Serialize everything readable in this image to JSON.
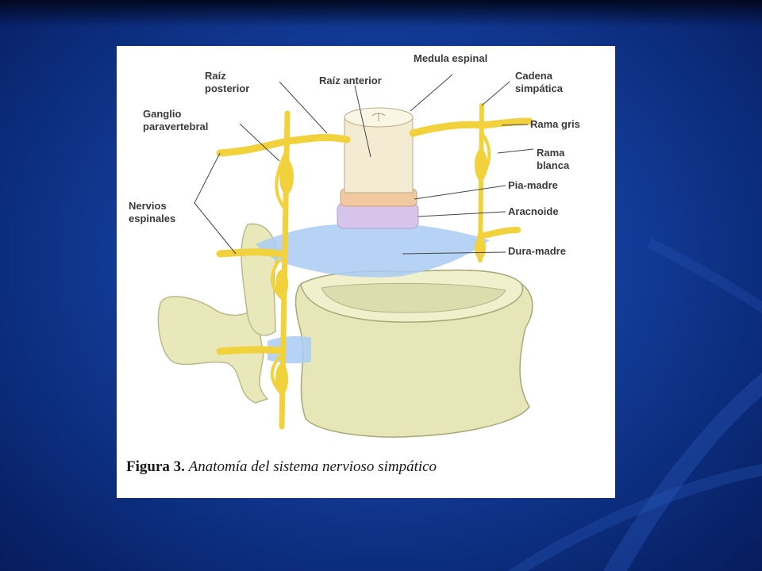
{
  "slide": {
    "background_color": "#123c98",
    "accent_color": "#1b4fb5"
  },
  "figure": {
    "caption_number": "Figura 3.",
    "caption_text": "Anatomía del sistema nervioso simpático",
    "labels": {
      "medula_espinal": "Medula espinal",
      "raiz_posterior": "Raíz\nposterior",
      "raiz_anterior": "Raíz anterior",
      "cadena_simpatica": "Cadena\nsimpática",
      "ganglio_paravertebral": "Ganglio\nparavertebral",
      "rama_gris": "Rama gris",
      "rama_blanca": "Rama\nblanca",
      "pia_madre": "Pia-madre",
      "aracnoide": "Aracnoide",
      "dura_madre": "Dura-madre",
      "nervios_espinales": "Nervios\nespinales"
    },
    "colors": {
      "nerve": "#f2d23c",
      "bone": "#e6e6b8",
      "dura": "#9ec4f2",
      "pia": "#f0c9a0",
      "arachnoid": "#d9c6ec",
      "cord": "#f4ecd2"
    }
  }
}
